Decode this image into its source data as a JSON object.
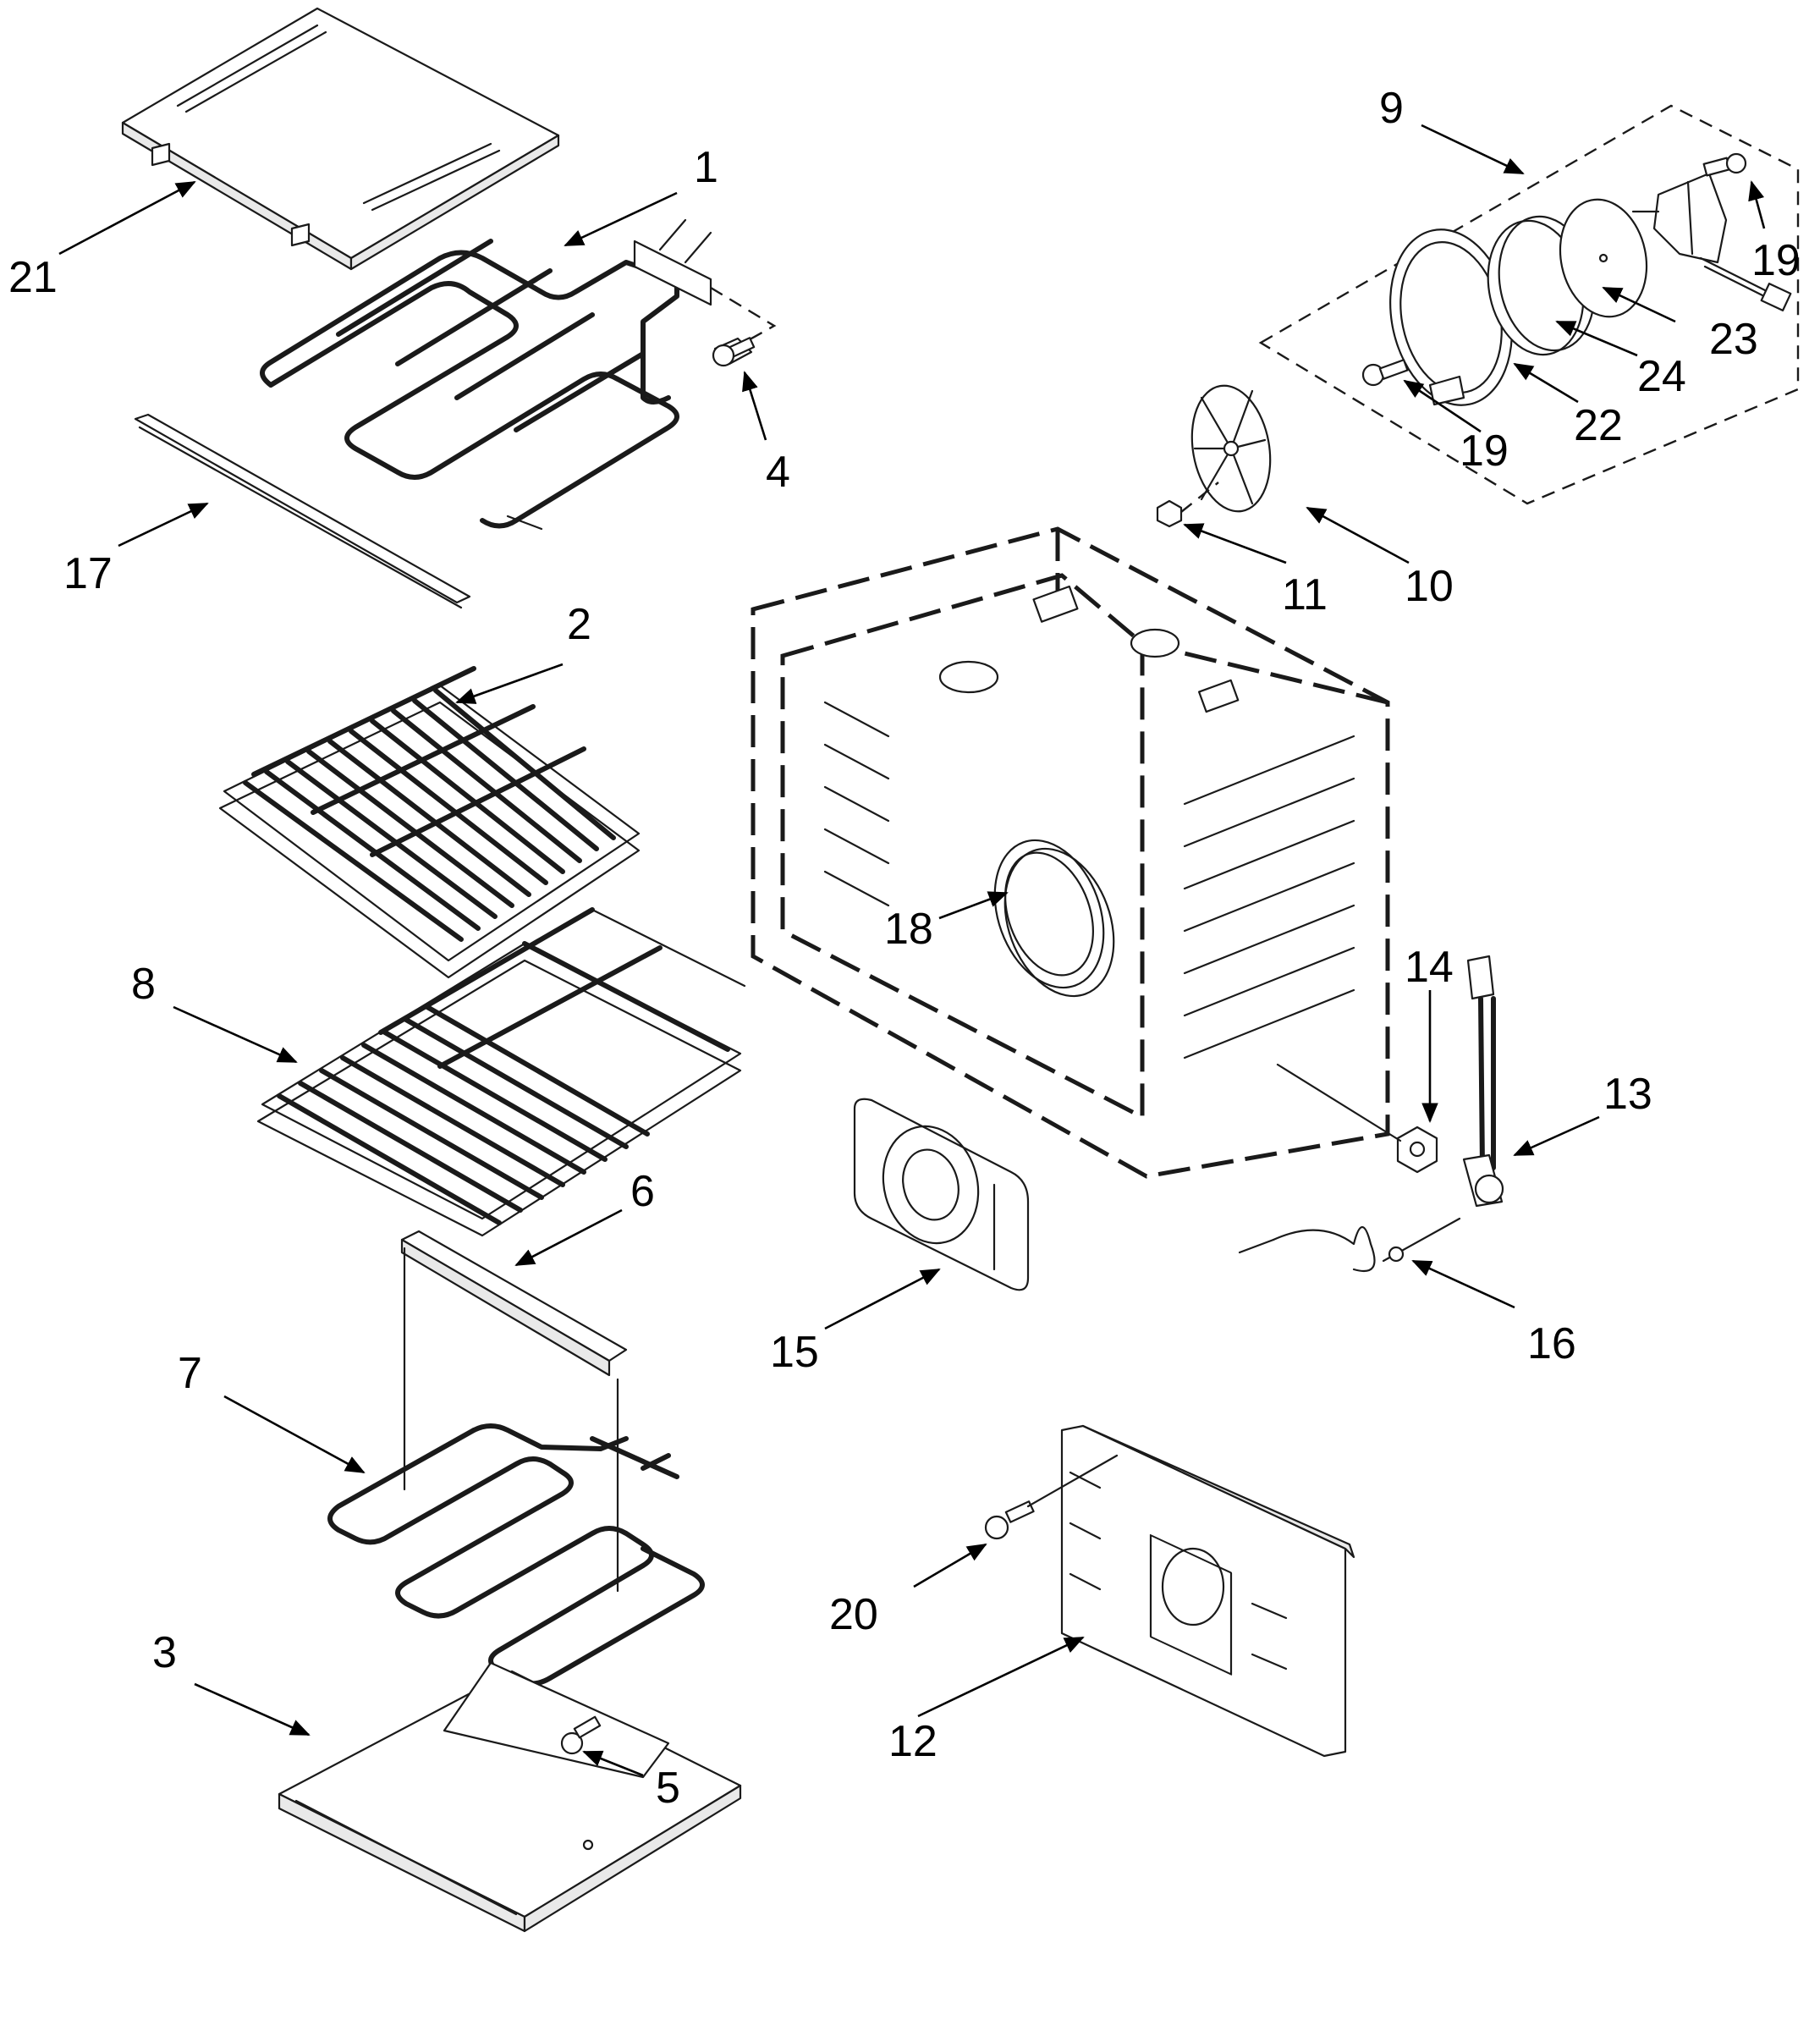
{
  "diagram": {
    "callouts": {
      "c1": "1",
      "c2": "2",
      "c3": "3",
      "c4": "4",
      "c5": "5",
      "c6": "6",
      "c7": "7",
      "c8": "8",
      "c9": "9",
      "c10": "10",
      "c11": "11",
      "c12": "12",
      "c13": "13",
      "c14": "14",
      "c15": "15",
      "c16": "16",
      "c17": "17",
      "c18": "18",
      "c19a": "19",
      "c19b": "19",
      "c20": "20",
      "c21": "21",
      "c22": "22",
      "c23": "23",
      "c24": "24"
    }
  },
  "colors": {
    "line": "#1a1a1a",
    "background": "#ffffff"
  }
}
